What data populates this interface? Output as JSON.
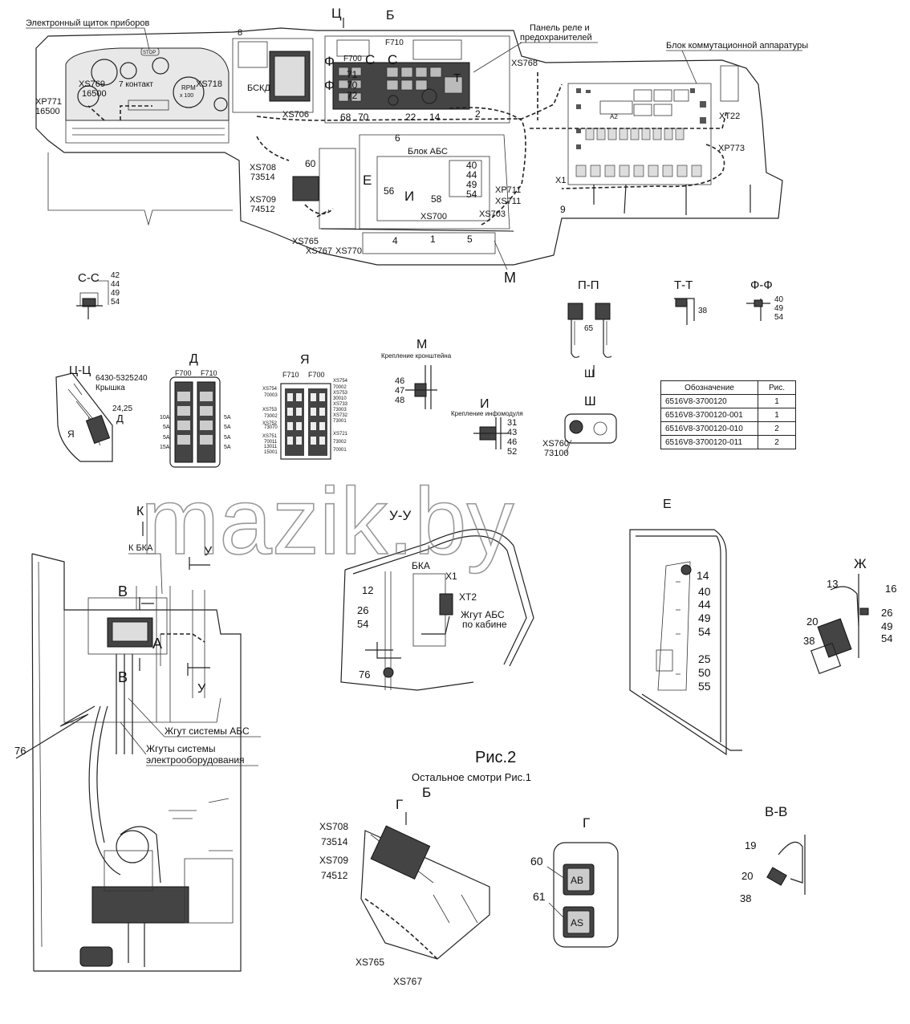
{
  "top_labels": {
    "dashboard": "Электронный щиток приборов",
    "relay_panel_1": "Панель реле и",
    "relay_panel_2": "предохранителей",
    "switch_unit": "Блок коммутационной аппаратуры",
    "abs_unit": "Блок АБС",
    "bskd": "БСКД",
    "contact7": "7 контакт",
    "rpm": "RPM",
    "x100": "x 100",
    "stop": "STOP"
  },
  "section_marks": {
    "ts": "Ц",
    "b": "Б",
    "c1": "С",
    "c2": "С",
    "f1": "Ф",
    "f2": "Ф",
    "i": "И",
    "e": "Е",
    "m": "М",
    "t": "Т",
    "a2": "A2"
  },
  "connectors": {
    "xs769": "XS769",
    "v16500a": "16500",
    "xp771": "XP771",
    "v16500b": "16500",
    "xs718": "XS718",
    "xs706": "XS706",
    "xs768": "XS768",
    "xt22": "XT22",
    "xp773": "XP773",
    "x1": "X1",
    "xs708": "XS708",
    "v73514": "73514",
    "xs709": "XS709",
    "v74512": "74512",
    "xs765": "XS765",
    "xs767": "XS767",
    "xs770": "XS770",
    "xs700": "XS700",
    "xs703": "XS703",
    "xp711": "XP711",
    "xs711": "XS711",
    "f700": "F700",
    "f710": "F710"
  },
  "top_numbers": {
    "n8": "8",
    "n71": "71",
    "n70": "70",
    "n72": "72",
    "n68": "68",
    "n70b": "70",
    "n22": "22",
    "n14": "14",
    "n2": "2",
    "n6": "6",
    "n60": "60",
    "n40": "40",
    "n44": "44",
    "n49": "49",
    "n54": "54",
    "n56": "56",
    "n58": "58",
    "n4": "4",
    "n1": "1",
    "n5": "5",
    "n9": "9"
  },
  "views": {
    "cc": {
      "title": "С-С",
      "nums": [
        "42",
        "44",
        "49",
        "54"
      ]
    },
    "pp": {
      "title": "П-П",
      "num": "65"
    },
    "tt": {
      "title": "Т-Т",
      "num": "38"
    },
    "ff": {
      "title": "Ф-Ф",
      "nums": [
        "40",
        "49",
        "54"
      ]
    },
    "tsts": {
      "title": "Ц-Ц",
      "part": "6430-5325240",
      "name": "Крышка",
      "nums": "24,25",
      "d": "Д",
      "ya": "Я"
    },
    "d": {
      "title": "Д",
      "f700": "F700",
      "f710": "F710",
      "amps_left": [
        "10A",
        "5A",
        "5A",
        "15A"
      ],
      "amps_right": [
        "5A",
        "5A",
        "5A",
        "5A"
      ]
    },
    "ya": {
      "title": "Я",
      "f710": "F710",
      "f700": "F700",
      "left": [
        "XS754",
        "70003",
        "XS753",
        "73002",
        "73070",
        "XS752",
        "70011",
        "XS751",
        "13011",
        "15001"
      ],
      "right": [
        "XS754",
        "70002",
        "XS753",
        "30010",
        "XS733",
        "73003",
        "XS732",
        "73001",
        "XS721",
        "73002",
        "70001"
      ]
    },
    "m": {
      "title": "М",
      "caption": "Крепление кронштейна",
      "nums": [
        "46",
        "47",
        "48"
      ]
    },
    "i": {
      "title": "И",
      "caption": "Крепление инфомодуля",
      "nums": [
        "31",
        "43",
        "46",
        "52"
      ]
    },
    "sh": {
      "title": "Ш",
      "view_from": "Ш",
      "connector": "XS760",
      "wire": "73100"
    }
  },
  "spec_table": {
    "headers": [
      "Обозначение",
      "Рис."
    ],
    "rows": [
      [
        "6516V8-3700120",
        "1"
      ],
      [
        "6516V8-3700120-001",
        "1"
      ],
      [
        "6516V8-3700120-010",
        "2"
      ],
      [
        "6516V8-3700120-011",
        "2"
      ]
    ]
  },
  "fig2": {
    "title": "Рис.2",
    "subtitle": "Остальное смотри Рис.1",
    "k": "К",
    "k_bka": "К БКА",
    "u1": "У",
    "u2": "У",
    "v1": "В",
    "v2": "В",
    "a": "А",
    "abs_harness": "Жгут системы АБС",
    "el_harness_1": "Жгуты системы",
    "el_harness_2": "электрооборудования",
    "n76": "76"
  },
  "view_uu": {
    "title": "У-У",
    "bka": "БКА",
    "x1": "X1",
    "xt2": "XT2",
    "cabin_1": "Жгут АБС",
    "cabin_2": "по кабине",
    "nums": [
      "12",
      "26",
      "54",
      "76"
    ]
  },
  "view_e": {
    "title": "Е",
    "nums": [
      "14",
      "40",
      "44",
      "49",
      "54",
      "25",
      "50",
      "55"
    ]
  },
  "view_zh": {
    "title": "Ж",
    "nums": [
      "13",
      "16",
      "20",
      "26",
      "38",
      "49",
      "54"
    ]
  },
  "view_b": {
    "title": "Б",
    "arrow": "Г",
    "xs708": "XS708",
    "v73514": "73514",
    "xs709": "XS709",
    "v74512": "74512",
    "xs765": "XS765",
    "xs767": "XS767"
  },
  "view_g": {
    "title": "Г",
    "n60": "60",
    "n61": "61",
    "btn1": "AB",
    "btn2": "AS"
  },
  "view_vv": {
    "title": "В-В",
    "nums": [
      "19",
      "20",
      "38"
    ]
  },
  "watermark": "mazik.by"
}
